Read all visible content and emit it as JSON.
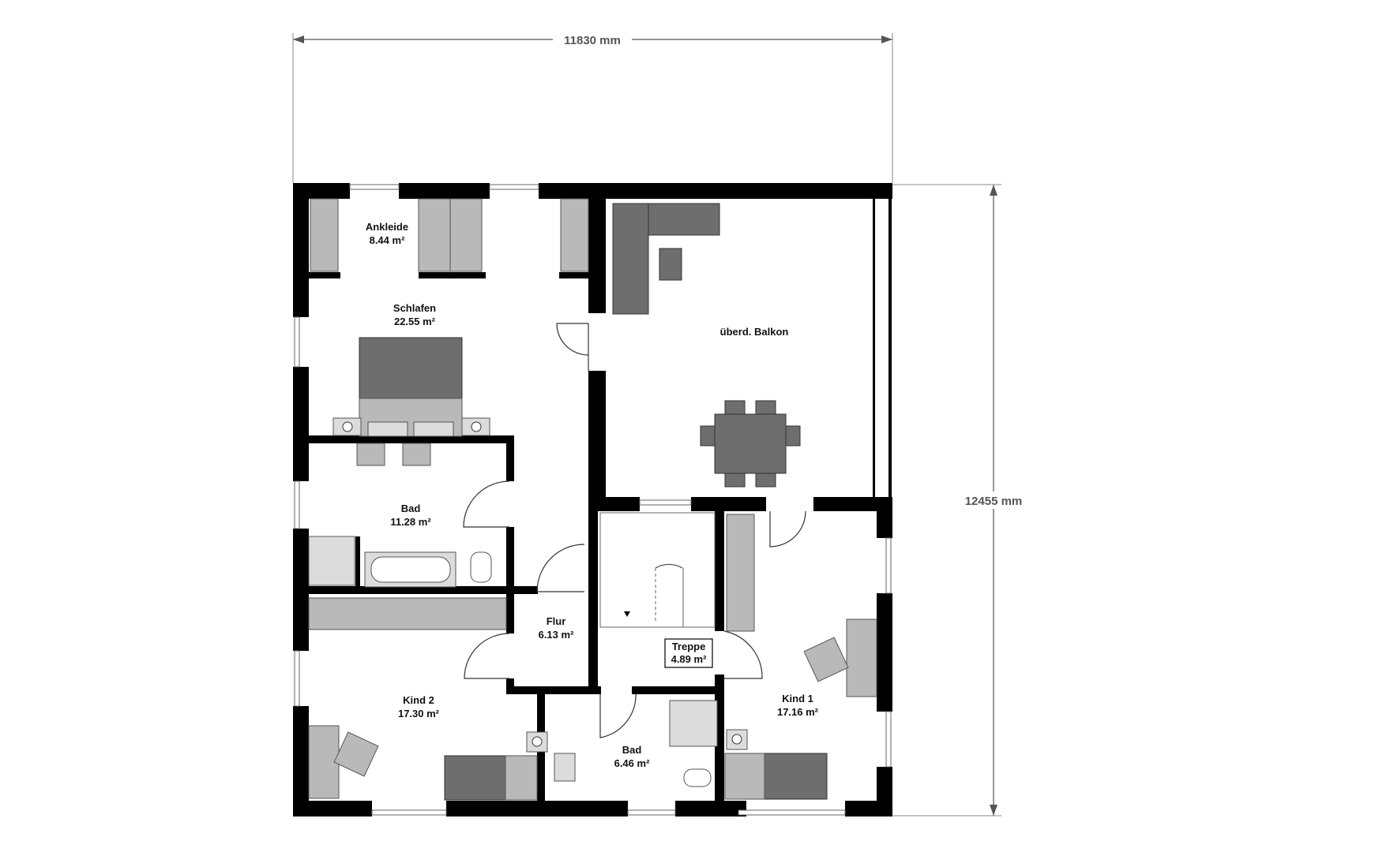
{
  "dimensions": {
    "width_label": "11830 mm",
    "height_label": "12455 mm"
  },
  "rooms": [
    {
      "name": "Ankleide",
      "area": "8.44 m²"
    },
    {
      "name": "Schlafen",
      "area": "22.55 m²"
    },
    {
      "name": "überd. Balkon",
      "area": ""
    },
    {
      "name": "Bad",
      "area": "11.28 m²"
    },
    {
      "name": "Flur",
      "area": "6.13 m²"
    },
    {
      "name": "Treppe",
      "area": "4.89 m²"
    },
    {
      "name": "Kind 2",
      "area": "17.30 m²"
    },
    {
      "name": "Bad",
      "area": "6.46 m²"
    },
    {
      "name": "Kind 1",
      "area": "17.16 m²"
    }
  ],
  "colors": {
    "wall": "#000000",
    "furniture": "#b9b9b9",
    "furniture_dark": "#6e6e6e",
    "dimension_text": "#555555"
  }
}
